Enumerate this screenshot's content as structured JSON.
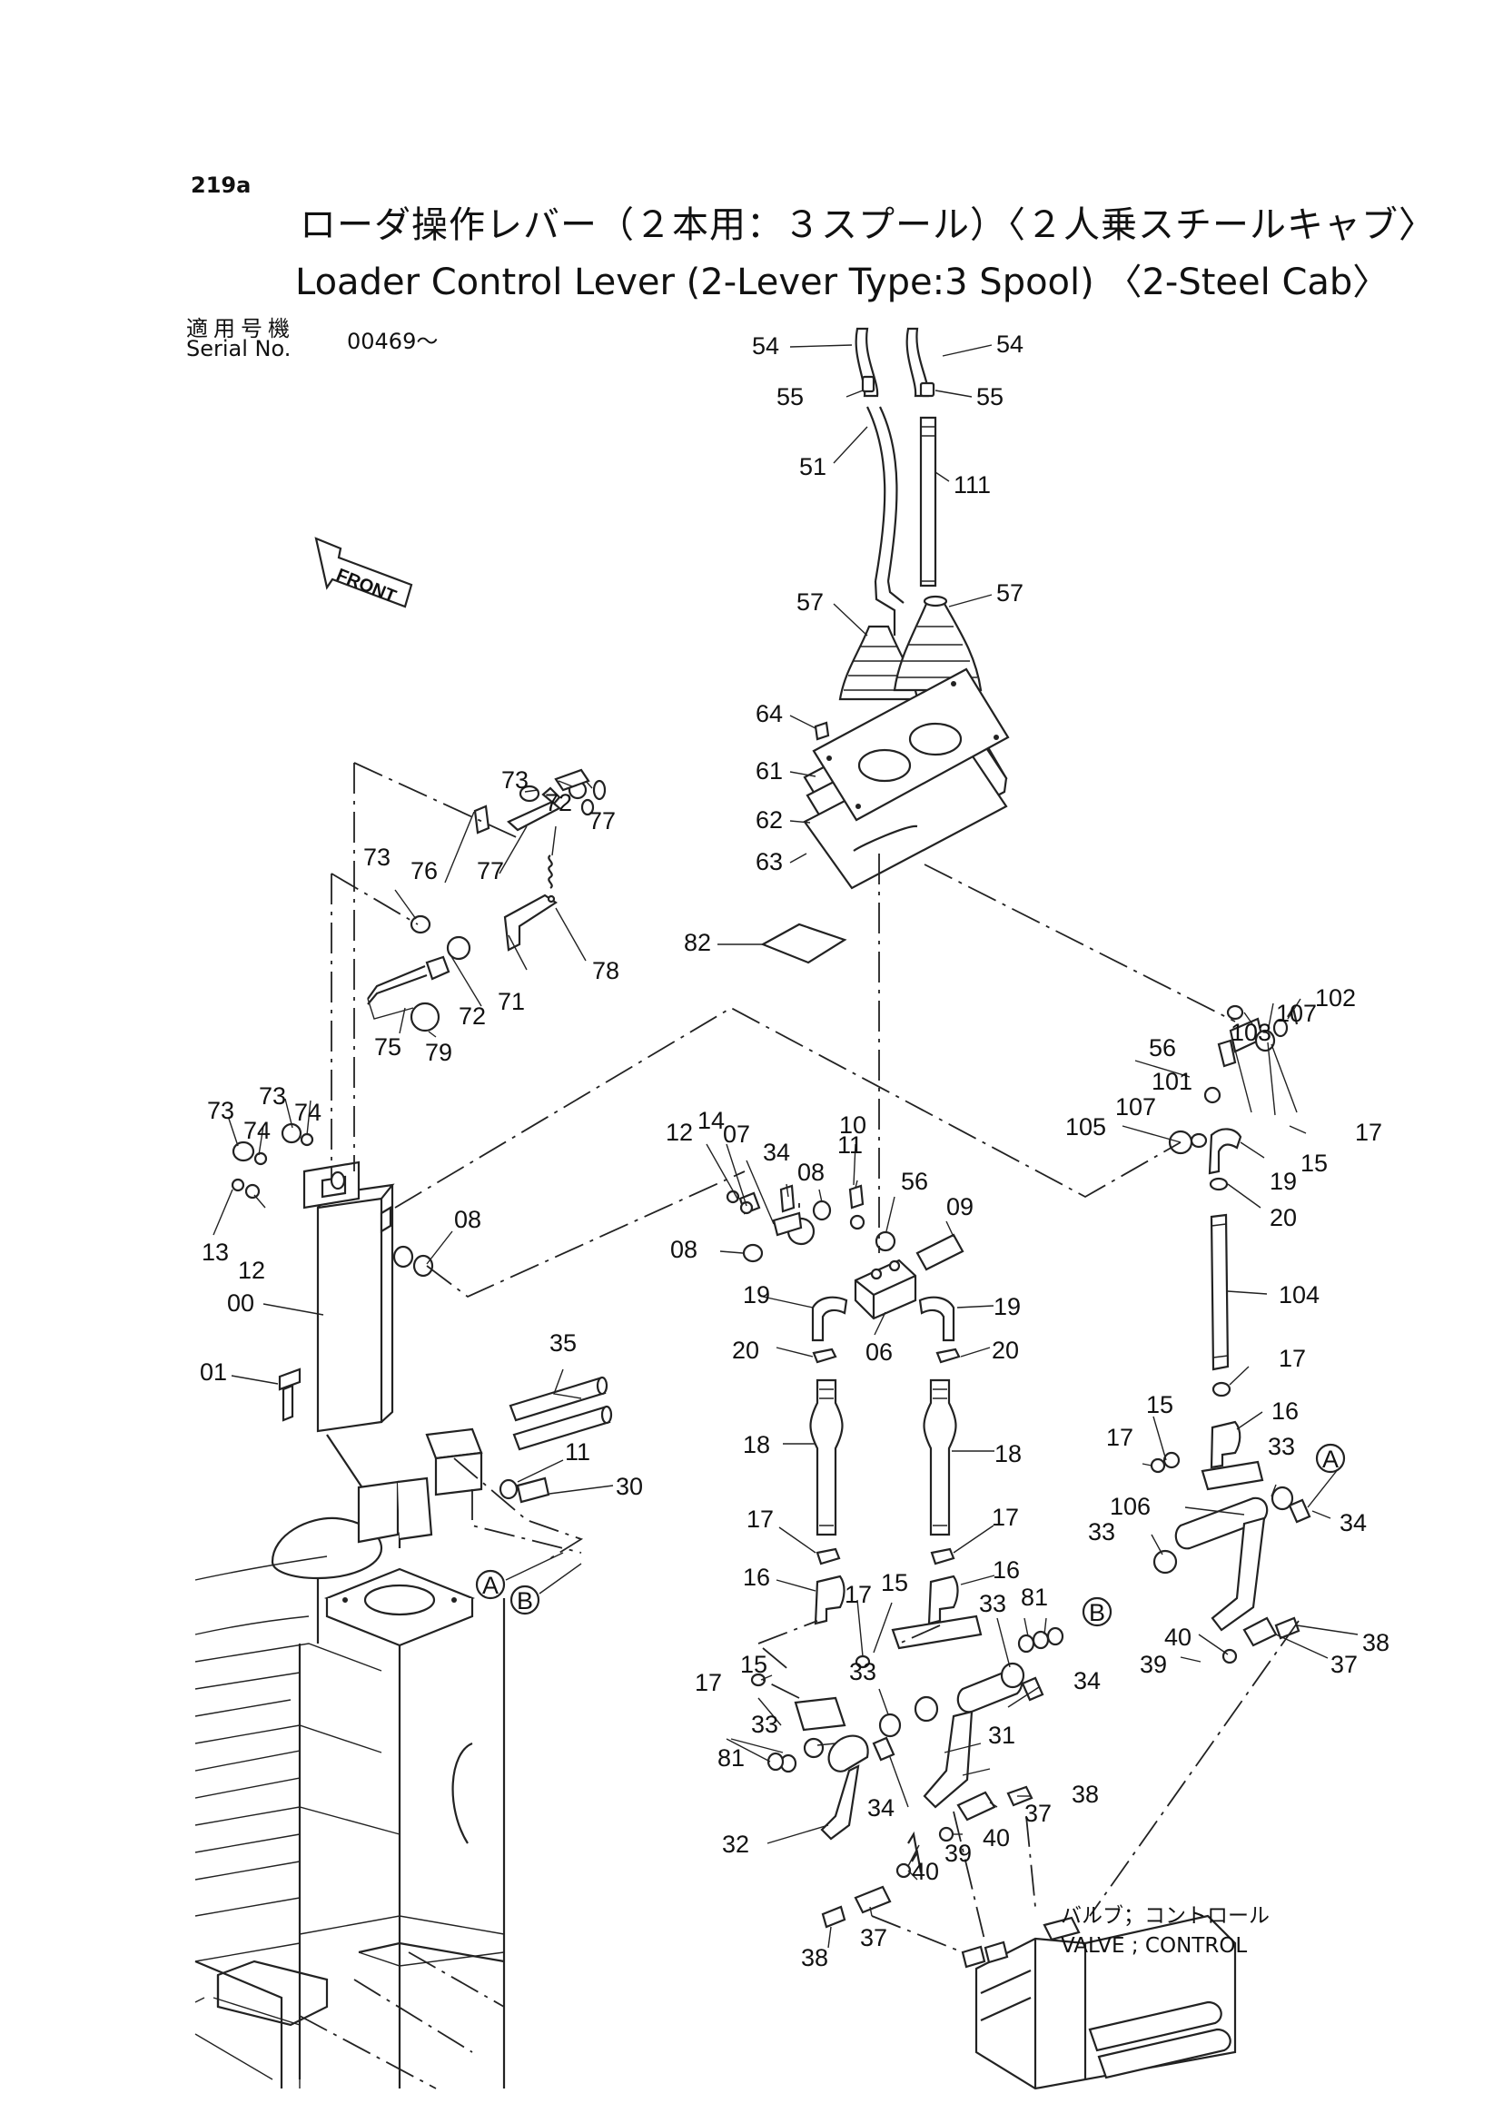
{
  "header": {
    "page_number": "219a",
    "title_jp": "ローダ操作レバー（２本用：３スプール）〈２人乗スチールキャブ〉",
    "title_en": "Loader Control Lever (2-Lever Type:3 Spool) 〈2-Steel Cab〉",
    "serial_label_jp": "適用号機",
    "serial_label_en": "Serial No.",
    "serial_value": "00469～"
  },
  "front_marker": "FRONT",
  "valve_note": {
    "jp": "バルブ；コントロール",
    "en": "VALVE ; CONTROL"
  },
  "ref_marks": {
    "a": "A",
    "b": "B"
  },
  "callouts": {
    "c54a": "54",
    "c54b": "54",
    "c55a": "55",
    "c55b": "55",
    "c51": "51",
    "c111": "111",
    "c57a": "57",
    "c57b": "57",
    "c64": "64",
    "c61": "61",
    "c62": "62",
    "c63": "63",
    "c82": "82",
    "c73a": "73",
    "c72a": "72",
    "c77a": "77",
    "c73b": "73",
    "c76": "76",
    "c77b": "77",
    "c78": "78",
    "c71": "71",
    "c72b": "72",
    "c75": "75",
    "c79": "79",
    "c73c": "73",
    "c73d": "73",
    "c74a": "74",
    "c74b": "74",
    "c13": "13",
    "c12a": "12",
    "c08a": "08",
    "c00": "00",
    "c01": "01",
    "c35": "35",
    "c11a": "11",
    "c30": "30",
    "c12b": "12",
    "c14": "14",
    "c07": "07",
    "c34a": "34",
    "c08b": "08",
    "c10": "10",
    "c11b": "11",
    "c56a": "56",
    "c09": "09",
    "c08c": "08",
    "c19a": "19",
    "c19b": "19",
    "c06": "06",
    "c20a": "20",
    "c20b": "20",
    "c18a": "18",
    "c18b": "18",
    "c17a": "17",
    "c17b": "17",
    "c16a": "16",
    "c16b": "16",
    "c15a": "15",
    "c17c": "17",
    "c81a": "81",
    "c33a": "33",
    "c34b": "34",
    "c31": "31",
    "c33b": "33",
    "c15b": "15",
    "c17d": "17",
    "c33c": "33",
    "c81b": "81",
    "c34c": "34",
    "c32": "32",
    "c38a": "38",
    "c37a": "37",
    "c40a": "40",
    "c39a": "39",
    "c40b": "40",
    "c37b": "37",
    "c38b": "38",
    "c102": "102",
    "c107a": "107",
    "c103": "103",
    "c56b": "56",
    "c101": "101",
    "c107b": "107",
    "c105": "105",
    "c17e": "17",
    "c15c": "15",
    "c19c": "19",
    "c20c": "20",
    "c104": "104",
    "c17f": "17",
    "c15d": "15",
    "c16c": "16",
    "c17g": "17",
    "c33d": "33",
    "c106": "106",
    "c33e": "33",
    "c34d": "34",
    "c40c": "40",
    "c39b": "39",
    "c38c": "38",
    "c37c": "37"
  }
}
